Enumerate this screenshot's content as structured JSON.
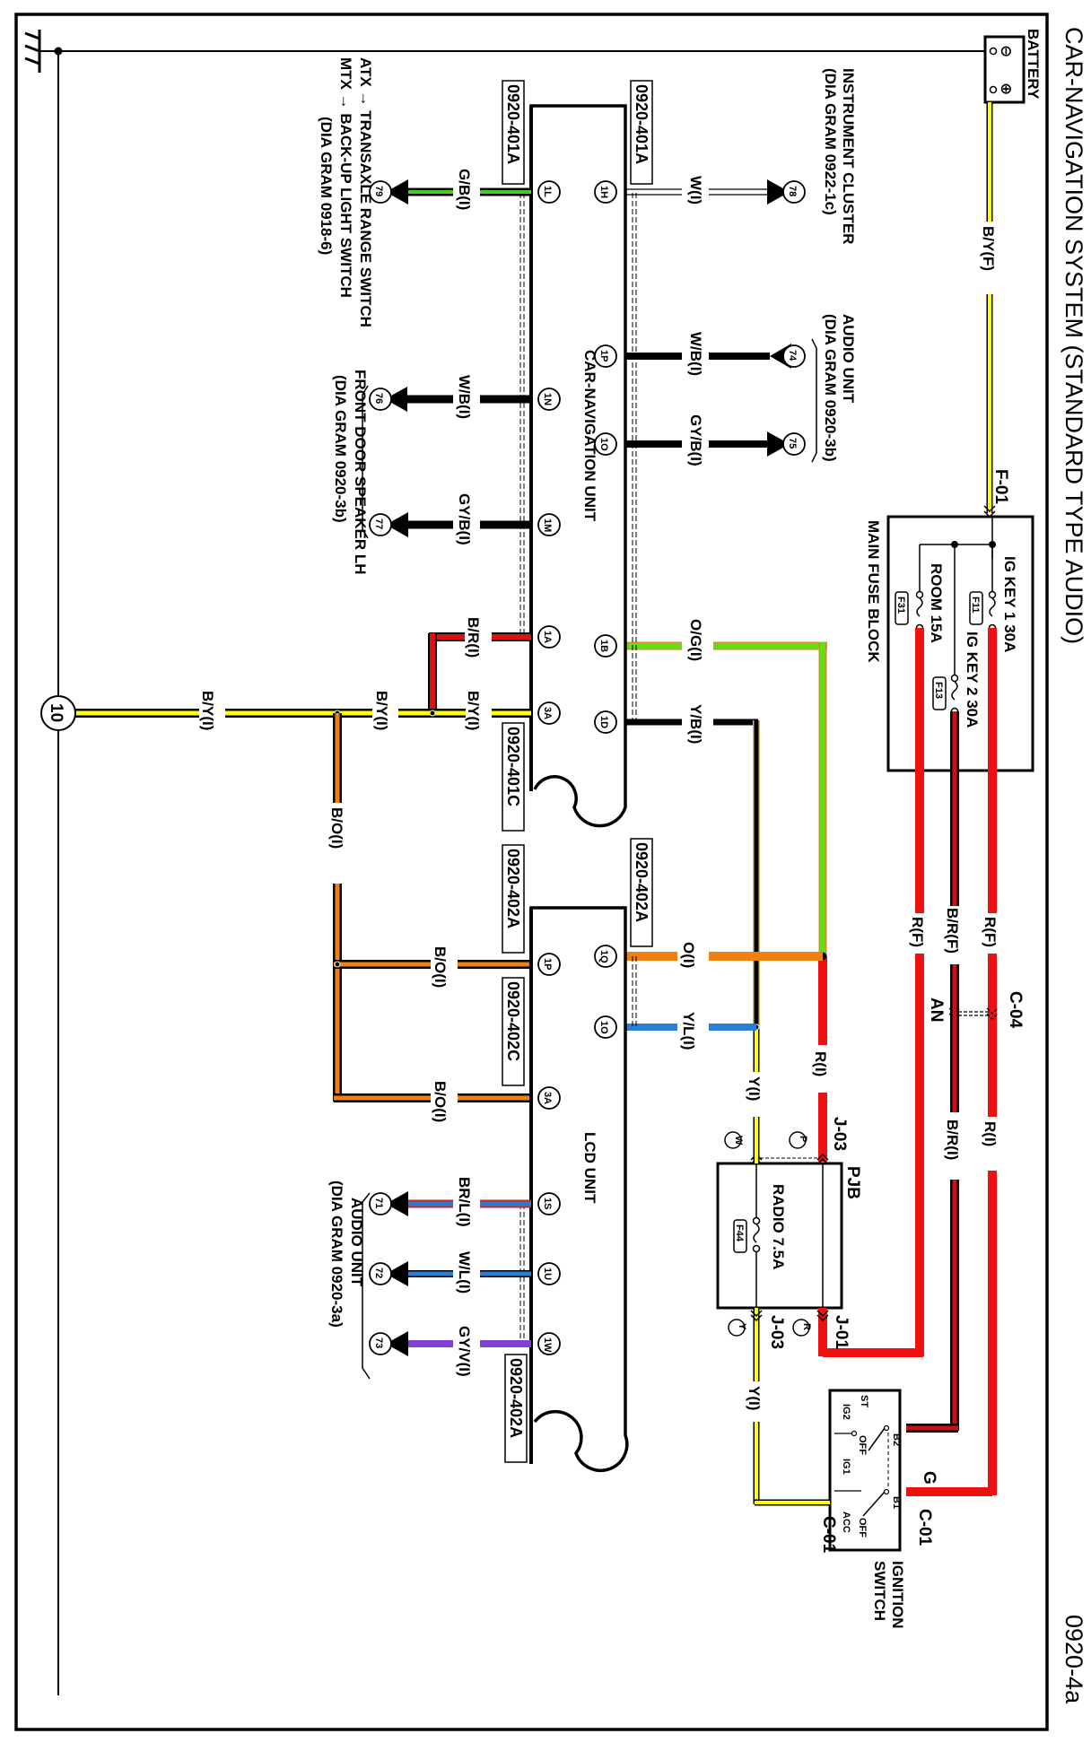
{
  "title": "CAR-NAVIGATION SYSTEM (STANDARD TYPE AUDIO)",
  "diagram_number": "0920-4a",
  "colors": {
    "yellow": "#ffff00",
    "red": "#ee1111",
    "dark_red": "#cc1111",
    "green": "#66dd11",
    "orange": "#f08010",
    "blue": "#2a7fd4",
    "violet": "#8040d0",
    "black": "#000000"
  },
  "components": {
    "battery": {
      "label": "BATTERY",
      "neg": "⊖",
      "pos": "⊕"
    },
    "main_fuse_block": {
      "label": "MAIN FUSE BLOCK",
      "fuses": [
        {
          "name": "IG KEY 1 30A",
          "id": "F11"
        },
        {
          "name": "IG KEY 2 30A",
          "id": "F13"
        },
        {
          "name": "ROOM 15A",
          "id": "F31"
        }
      ]
    },
    "pjb": {
      "label": "PJB",
      "fuse": {
        "name": "RADIO 7.5A",
        "id": "F44"
      }
    },
    "ignition_switch": {
      "label_1": "IGNITION",
      "label_2": "SWITCH",
      "terminals": [
        "ST",
        "IG2",
        "OFF",
        "B2",
        "IG1",
        "B1",
        "ACC",
        "OFF"
      ]
    },
    "car_nav_unit": {
      "label": "CAR-NAVIGATION UNIT"
    },
    "lcd_unit": {
      "label": "LCD UNIT"
    },
    "ground_point": "10"
  },
  "connectors": {
    "f01": "F-01",
    "c04": "C-04",
    "an": "AN",
    "j03a": "J-03",
    "j03b": "J-03",
    "j01": "J-01",
    "c01a": "C-01",
    "c01b": "C-01",
    "g": "G",
    "pin_p": "P",
    "pin_w": "W",
    "pin_y": "Y",
    "pin_r": "R",
    "nav_401a_top": "0920-401A",
    "nav_401a_bot": "0920-401A",
    "nav_401c": "0920-401C",
    "lcd_402a_top": "0920-402A",
    "lcd_402a_bot": "0920-402A",
    "lcd_402c": "0920-402C",
    "lcd_402a_low": "0920-402A"
  },
  "wires": {
    "by_f": "B/Y(F)",
    "r_f_1": "R(F)",
    "br_f": "B/R(F)",
    "r_f_2": "R(F)",
    "r_i_1": "R(I)",
    "br_i": "B/R(I)",
    "r_i_2": "R(I)",
    "y_i_1": "Y(I)",
    "y_i_2": "Y(I)",
    "w_i": "W(I)",
    "wb_i_1": "W/B(I)",
    "gyb_i_1": "GY/B(I)",
    "og_i": "O/G(I)",
    "yb_i": "Y/B(I)",
    "gb_i": "G/B(I)",
    "wb_i_2": "W/B(I)",
    "gyb_i_2": "GY/B(I)",
    "br_i_2": "B/R(I)",
    "by_i_1": "B/Y(I)",
    "by_i_2": "B/Y(I)",
    "by_i_3": "B/Y(I)",
    "bo_i_1": "B/O(I)",
    "bo_i_2": "B/O(I)",
    "bo_i_3": "B/O(I)",
    "o_i": "O(I)",
    "yl_i": "Y/L(I)",
    "brl_i": "BR/L(I)",
    "wl_i": "W/L(I)",
    "gyv_i": "GY/V(I)"
  },
  "terminals": {
    "nav": [
      "1H",
      "1P",
      "1O",
      "1B",
      "1D",
      "1L",
      "1N",
      "1M",
      "1A",
      "3A"
    ],
    "lcd": [
      "1Q",
      "1O",
      "1P",
      "3A",
      "1S",
      "1U",
      "1W"
    ]
  },
  "references": {
    "instrument_cluster": {
      "num": "78",
      "line1": "INSTRUMENT CLUSTER",
      "line2": "(DIA GRAM 0922-1c)"
    },
    "audio_unit_b": {
      "num_a": "74",
      "num_b": "75",
      "line1": "AUDIO UNIT",
      "line2": "(DIA GRAM 0920-3b)"
    },
    "transaxle": {
      "num": "79",
      "line1": "ATX → TRANSAXLE RANGE SWITCH",
      "line2": "MTX → BACK-UP LIGHT SWITCH",
      "line3": "(DIA GRAM 0918-6)"
    },
    "front_door": {
      "num_a": "76",
      "num_b": "77",
      "line1": "FRONT DOOR SPEAKER LH",
      "line2": "(DIA GRAM 0920-3b)"
    },
    "audio_unit_a": {
      "num_a": "71",
      "num_b": "72",
      "num_c": "73",
      "line1": "AUDIO UNIT",
      "line2": "(DIA GRAM 0920-3a)"
    }
  }
}
